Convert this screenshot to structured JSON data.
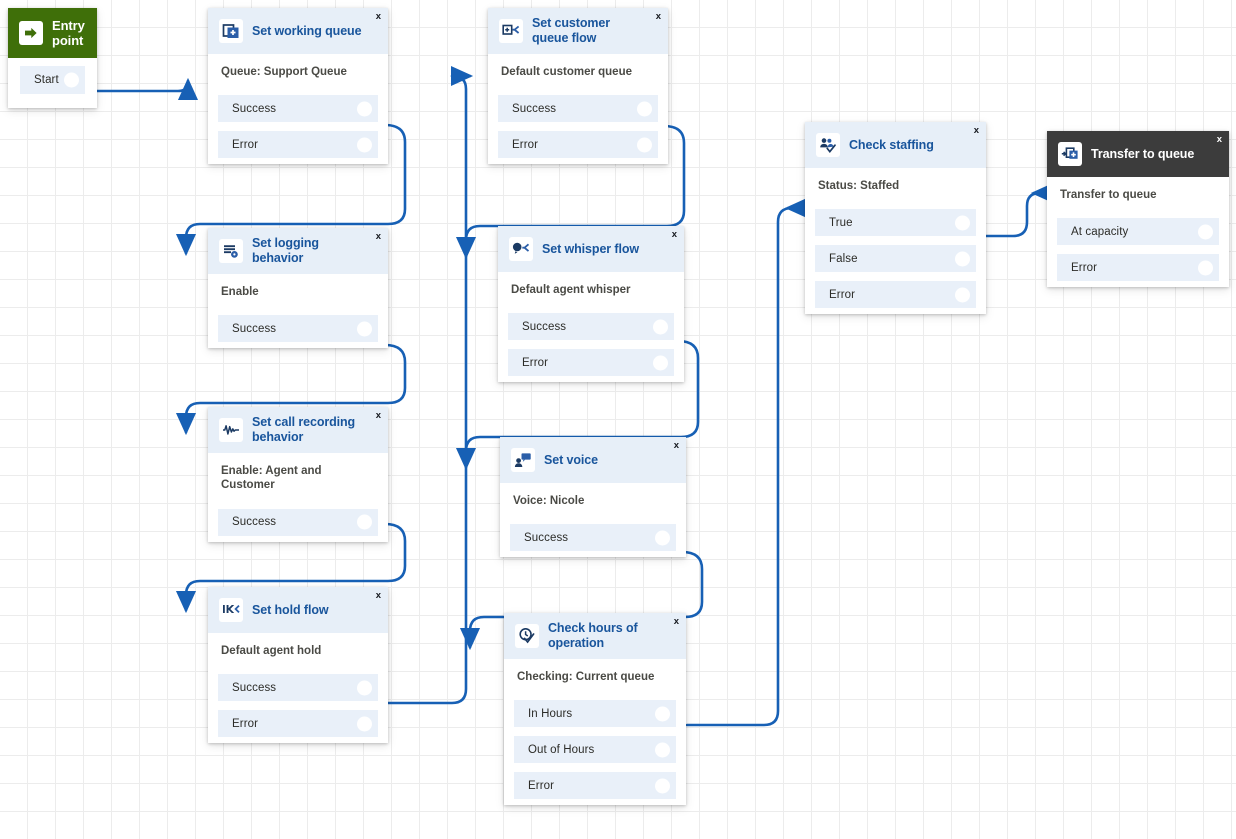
{
  "canvas": {
    "label": "contact-flow-canvas",
    "grid": true,
    "background": "#ffffff",
    "grid_color": "#ececec"
  },
  "colors": {
    "wire": "#1760b5",
    "header": "#e7eff8",
    "header_selected": "#3c3c3c",
    "header_entry": "#3f6f09",
    "title": "#19559c",
    "port_bg": "#e9f0f9",
    "subtitle": "#4a4a45"
  },
  "close_label": "x",
  "nodes": [
    {
      "id": "entry-point",
      "icon": "entry-arrow-icon",
      "title": "Entry point",
      "subtitle": "",
      "ports": [
        {
          "label": "Start"
        }
      ],
      "style": "entry"
    },
    {
      "id": "set-working-queue",
      "icon": "set-working-queue-icon",
      "title": "Set working queue",
      "subtitle": "Queue: Support Queue",
      "ports": [
        {
          "label": "Success"
        },
        {
          "label": "Error"
        }
      ],
      "style": "normal"
    },
    {
      "id": "set-customer-queue-flow",
      "icon": "set-customer-queue-flow-icon",
      "title": "Set customer queue flow",
      "subtitle": "Default customer queue",
      "ports": [
        {
          "label": "Success"
        },
        {
          "label": "Error"
        }
      ],
      "style": "normal"
    },
    {
      "id": "set-logging-behavior",
      "icon": "set-logging-behavior-icon",
      "title": "Set logging behavior",
      "subtitle": "Enable",
      "ports": [
        {
          "label": "Success"
        }
      ],
      "style": "normal"
    },
    {
      "id": "set-whisper-flow",
      "icon": "set-whisper-flow-icon",
      "title": "Set whisper flow",
      "subtitle": "Default agent whisper",
      "ports": [
        {
          "label": "Success"
        },
        {
          "label": "Error"
        }
      ],
      "style": "normal"
    },
    {
      "id": "set-call-recording-behavior",
      "icon": "set-call-recording-behavior-icon",
      "title": "Set call recording behavior",
      "subtitle": "Enable: Agent and Customer",
      "ports": [
        {
          "label": "Success"
        }
      ],
      "style": "normal"
    },
    {
      "id": "set-voice",
      "icon": "set-voice-icon",
      "title": "Set voice",
      "subtitle": "Voice: Nicole",
      "ports": [
        {
          "label": "Success"
        }
      ],
      "style": "normal"
    },
    {
      "id": "set-hold-flow",
      "icon": "set-hold-flow-icon",
      "title": "Set hold flow",
      "subtitle": "Default agent hold",
      "ports": [
        {
          "label": "Success"
        },
        {
          "label": "Error"
        }
      ],
      "style": "normal"
    },
    {
      "id": "check-hours-of-operation",
      "icon": "check-hours-of-operation-icon",
      "title": "Check hours of operation",
      "subtitle": "Checking: Current queue",
      "ports": [
        {
          "label": "In Hours"
        },
        {
          "label": "Out of Hours"
        },
        {
          "label": "Error"
        }
      ],
      "style": "normal"
    },
    {
      "id": "check-staffing",
      "icon": "check-staffing-icon",
      "title": "Check staffing",
      "subtitle": "Status: Staffed",
      "ports": [
        {
          "label": "True"
        },
        {
          "label": "False"
        },
        {
          "label": "Error"
        }
      ],
      "style": "normal"
    },
    {
      "id": "transfer-to-queue",
      "icon": "transfer-to-queue-icon",
      "title": "Transfer to queue",
      "subtitle": "Transfer to queue",
      "ports": [
        {
          "label": "At capacity"
        },
        {
          "label": "Error"
        }
      ],
      "style": "selected"
    }
  ]
}
